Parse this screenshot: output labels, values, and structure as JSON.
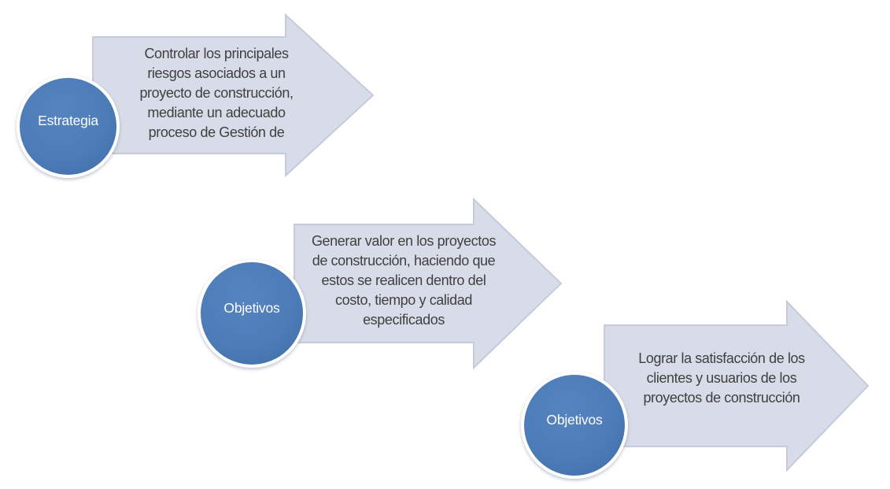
{
  "diagram": {
    "type": "process-arrow-diagram",
    "background": "#ffffff",
    "steps": [
      {
        "label": "Estrategia",
        "lines": [
          "Controlar los principales",
          "riesgos asociados a un",
          "proyecto de construcción,",
          "mediante un adecuado",
          "proceso de Gestión de"
        ]
      },
      {
        "label": "Objetivos",
        "lines": [
          "Generar valor en los proyectos",
          "de construcción, haciendo que",
          "estos se realicen dentro del",
          "costo, tiempo y calidad",
          "especificados"
        ]
      },
      {
        "label": "Objetivos",
        "lines": [
          "Lograr la satisfacción de los",
          "clientes y usuarios de los",
          "proyectos de construcción"
        ]
      }
    ],
    "colors": {
      "circle_fill": "#4d7cb8",
      "circle_ring": "#ffffff",
      "arrow_fill": "#d8dce8",
      "arrow_border": "#c5cbdb",
      "arrow_text": "#3f4040",
      "label_text": "#fdfdfd"
    }
  }
}
